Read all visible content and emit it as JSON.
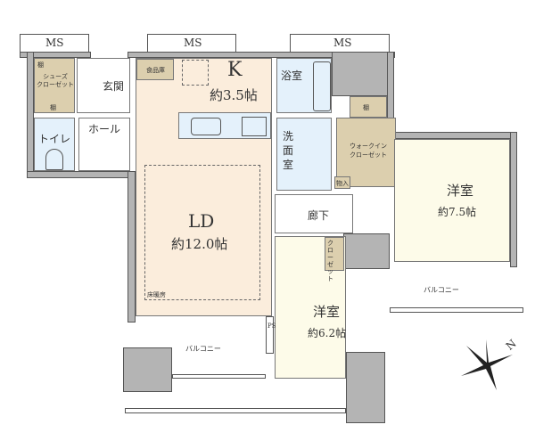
{
  "title": "Floor plan",
  "labels": {
    "ms_left": "MS",
    "ms_center": "MS",
    "ms_right": "MS",
    "shoes_closet": "シューズ\nクローゼット",
    "shelf_shoes_top": "棚",
    "shelf_shoes_bottom": "棚",
    "entrance": "玄関",
    "hall": "ホール",
    "toilet": "トイレ",
    "pantry": "食品庫",
    "kitchen": "K",
    "kitchen_size": "約3.5帖",
    "bathroom": "浴室",
    "washroom": "洗面室",
    "shelf_wic": "棚",
    "walk_in_closet": "ウォークイン\nクローゼット",
    "storage": "物入",
    "corridor": "廊下",
    "western_room_1": "洋室",
    "western_room_1_size": "約7.5帖",
    "living_dining": "LD",
    "living_dining_size": "約12.0帖",
    "floor_heating": "床暖房",
    "closet_small": "クローゼット",
    "western_room_2": "洋室",
    "western_room_2_size": "約6.2帖",
    "pipe_space": "PS",
    "balcony_left": "バルコニー",
    "balcony_right": "バルコニー",
    "north": "N"
  },
  "colors": {
    "wall": "#b4b4b4",
    "ld": "#fbeddc",
    "wet": "#e4f1fb",
    "storage": "#dccfae",
    "bedroom": "#fdfbe9"
  }
}
